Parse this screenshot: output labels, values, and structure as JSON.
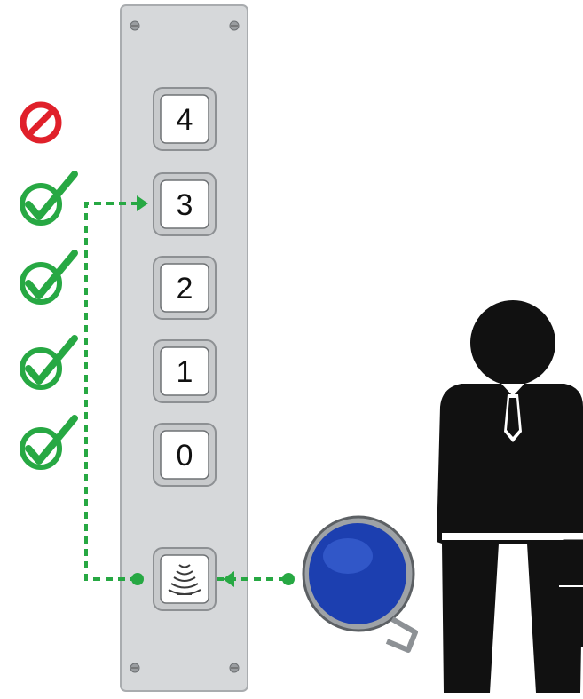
{
  "colors": {
    "panel": "#d6d8da",
    "panel_edge": "#a9acaf",
    "key_face": "#ffffff",
    "key_bezel": "#c8cacc",
    "allowed": "#27a843",
    "denied": "#e0202a",
    "person": "#111111",
    "fob": "#1c3fb0"
  },
  "icons": [
    "no-entry-icon",
    "checkmark-icon",
    "contactless-reader-icon",
    "key-fob-icon",
    "person-silhouette-icon",
    "briefcase-icon",
    "screw-icon"
  ],
  "keypad": {
    "floors": [
      {
        "label": "4",
        "status": "denied"
      },
      {
        "label": "3",
        "status": "allowed"
      },
      {
        "label": "2",
        "status": "allowed"
      },
      {
        "label": "1",
        "status": "allowed"
      },
      {
        "label": "0",
        "status": "allowed"
      }
    ],
    "selected_floor": "3"
  }
}
